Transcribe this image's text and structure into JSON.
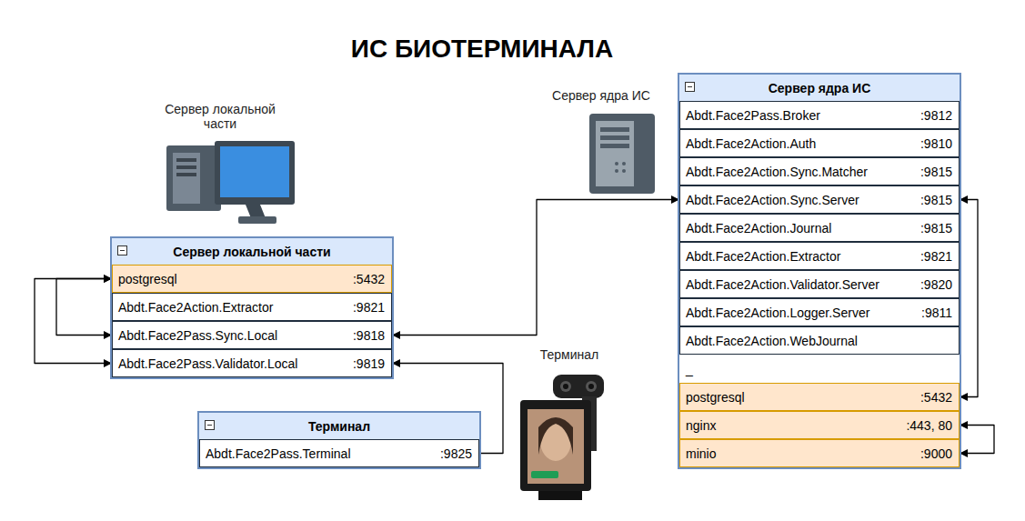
{
  "diagram": {
    "title": "ИС БИОТЕРМИНАЛА",
    "nodes": [
      {
        "text": [
          "Сервер локальной части"
        ]
      },
      {
        "text": [
          "postgresql",
          ":5432"
        ],
        "in": 0
      },
      {
        "text": [
          "Abdt.Face2Action.Extractor",
          ":9821"
        ],
        "in": 0
      },
      {
        "text": [
          "Abdt.Face2Pass.Sync.Local",
          ":9818"
        ],
        "in": 0
      },
      {
        "text": [
          "Abdt.Face2Pass.Validator.Local",
          ":9819"
        ],
        "in": 0
      },
      {
        "text": [
          "Терминал"
        ]
      },
      {
        "text": [
          "Abdt.Face2Pass.Terminal",
          ":9825"
        ],
        "in": 5
      },
      {
        "text": [
          "Сервер ядра ИС"
        ]
      },
      {
        "text": [
          "Abdt.Face2Pass.Broker",
          ":9812"
        ],
        "in": 7
      },
      {
        "text": [
          "Abdt.Face2Action.Auth",
          ":9810"
        ],
        "in": 7
      },
      {
        "text": [
          "Abdt.Face2Action.Sync.Matcher",
          ":9815"
        ],
        "in": 7
      },
      {
        "text": [
          "Abdt.Face2Action.Sync.Server",
          ":9815"
        ],
        "in": 7
      },
      {
        "text": [
          "Abdt.Face2Action.Journal",
          ":9815"
        ],
        "in": 7
      },
      {
        "text": [
          "Abdt.Face2Action.Extractor",
          ":9821"
        ],
        "in": 7
      },
      {
        "text": [
          "Abdt.Face2Action.Validator.Server",
          ":9820"
        ],
        "in": 7
      },
      {
        "text": [
          "Abdt.Face2Action.Logger.Server",
          ":9811"
        ],
        "in": 7
      },
      {
        "text": [
          "Abdt.Face2Action.WebJournal"
        ],
        "in": 7
      },
      {
        "text": [
          "_"
        ],
        "in": 7
      },
      {
        "text": [
          "postgresql",
          ":5432"
        ],
        "in": 7
      },
      {
        "text": [
          "nginx",
          ":443, 80"
        ],
        "in": 7
      },
      {
        "text": [
          "minio",
          ":9000"
        ],
        "in": 7
      }
    ],
    "edges": [
      {
        "from": 1,
        "to": 3,
        "arrow": "both"
      },
      {
        "from": 1,
        "to": 4,
        "arrow": "both"
      },
      {
        "from": 3,
        "to": 11,
        "arrow": "both"
      },
      {
        "from": 6,
        "to": 4,
        "arrow": "to"
      },
      {
        "from": 11,
        "to": 18,
        "arrow": "both"
      },
      {
        "from": 19,
        "to": 20,
        "arrow": "both"
      }
    ],
    "labels": [
      "Сервер локальной части",
      "Сервер ядра ИС",
      "Терминал"
    ]
  }
}
